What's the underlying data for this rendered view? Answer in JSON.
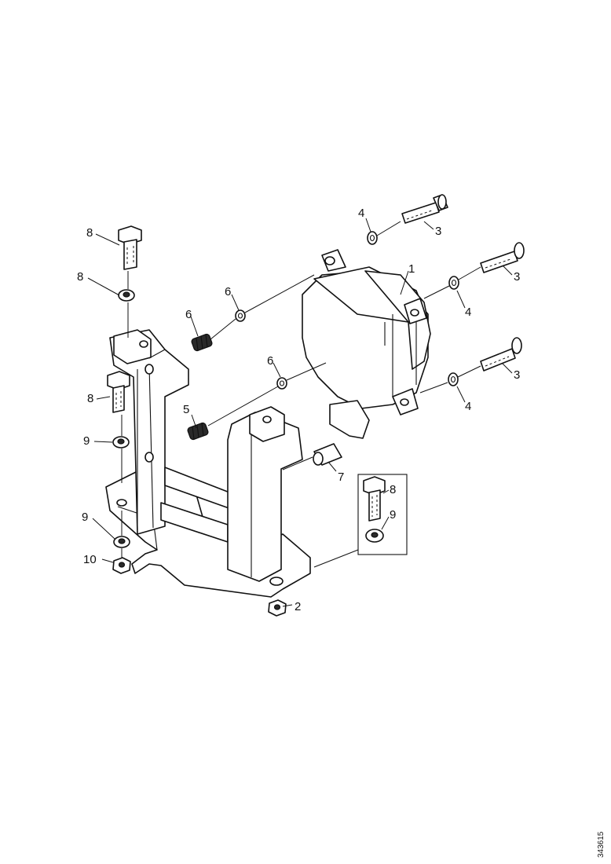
{
  "diagram": {
    "reference_number": "343615",
    "callouts": [
      {
        "id": "c1",
        "text": "1"
      },
      {
        "id": "c2",
        "text": "2"
      },
      {
        "id": "c3a",
        "text": "3"
      },
      {
        "id": "c3b",
        "text": "3"
      },
      {
        "id": "c3c",
        "text": "3"
      },
      {
        "id": "c4a",
        "text": "4"
      },
      {
        "id": "c4b",
        "text": "4"
      },
      {
        "id": "c4c",
        "text": "4"
      },
      {
        "id": "c5",
        "text": "5"
      },
      {
        "id": "c6a",
        "text": "6"
      },
      {
        "id": "c6b",
        "text": "6"
      },
      {
        "id": "c6c",
        "text": "6"
      },
      {
        "id": "c7",
        "text": "7"
      },
      {
        "id": "c8a",
        "text": "8"
      },
      {
        "id": "c8b",
        "text": "8"
      },
      {
        "id": "c8c",
        "text": "8"
      },
      {
        "id": "c8d",
        "text": "8"
      },
      {
        "id": "c9a",
        "text": "9"
      },
      {
        "id": "c9b",
        "text": "9"
      },
      {
        "id": "c9c",
        "text": "9"
      },
      {
        "id": "c10",
        "text": "10"
      }
    ]
  }
}
